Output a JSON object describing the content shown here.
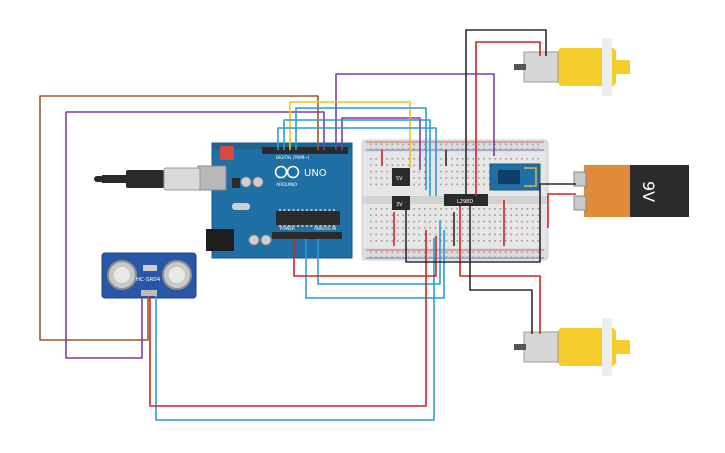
{
  "components": {
    "arduino": {
      "name": "UNO",
      "brand": "ARDUINO",
      "header_digital": "DIGITAL (PWM~)",
      "header_power": "POWER",
      "header_analog": "ANALOG IN"
    },
    "sensor": {
      "label": "HC-SR04"
    },
    "driver": {
      "label": "L298D"
    },
    "regulator_a": {
      "label": "5V"
    },
    "regulator_b": {
      "label": "3V"
    },
    "battery": {
      "label": "9V"
    }
  },
  "colors": {
    "wire_red": "#d32323",
    "wire_black": "#2b2b2b",
    "wire_blue": "#2a9ad6",
    "wire_purple": "#7b3fa0",
    "wire_brown": "#9a5a2a",
    "wire_yellow": "#f0c419",
    "arduino_board": "#1f6fa4",
    "motor_yellow": "#f4cc2c",
    "battery_orange": "#e08a3c",
    "sensor_blue": "#2957a8",
    "breadboard": "#e5e5e5"
  }
}
